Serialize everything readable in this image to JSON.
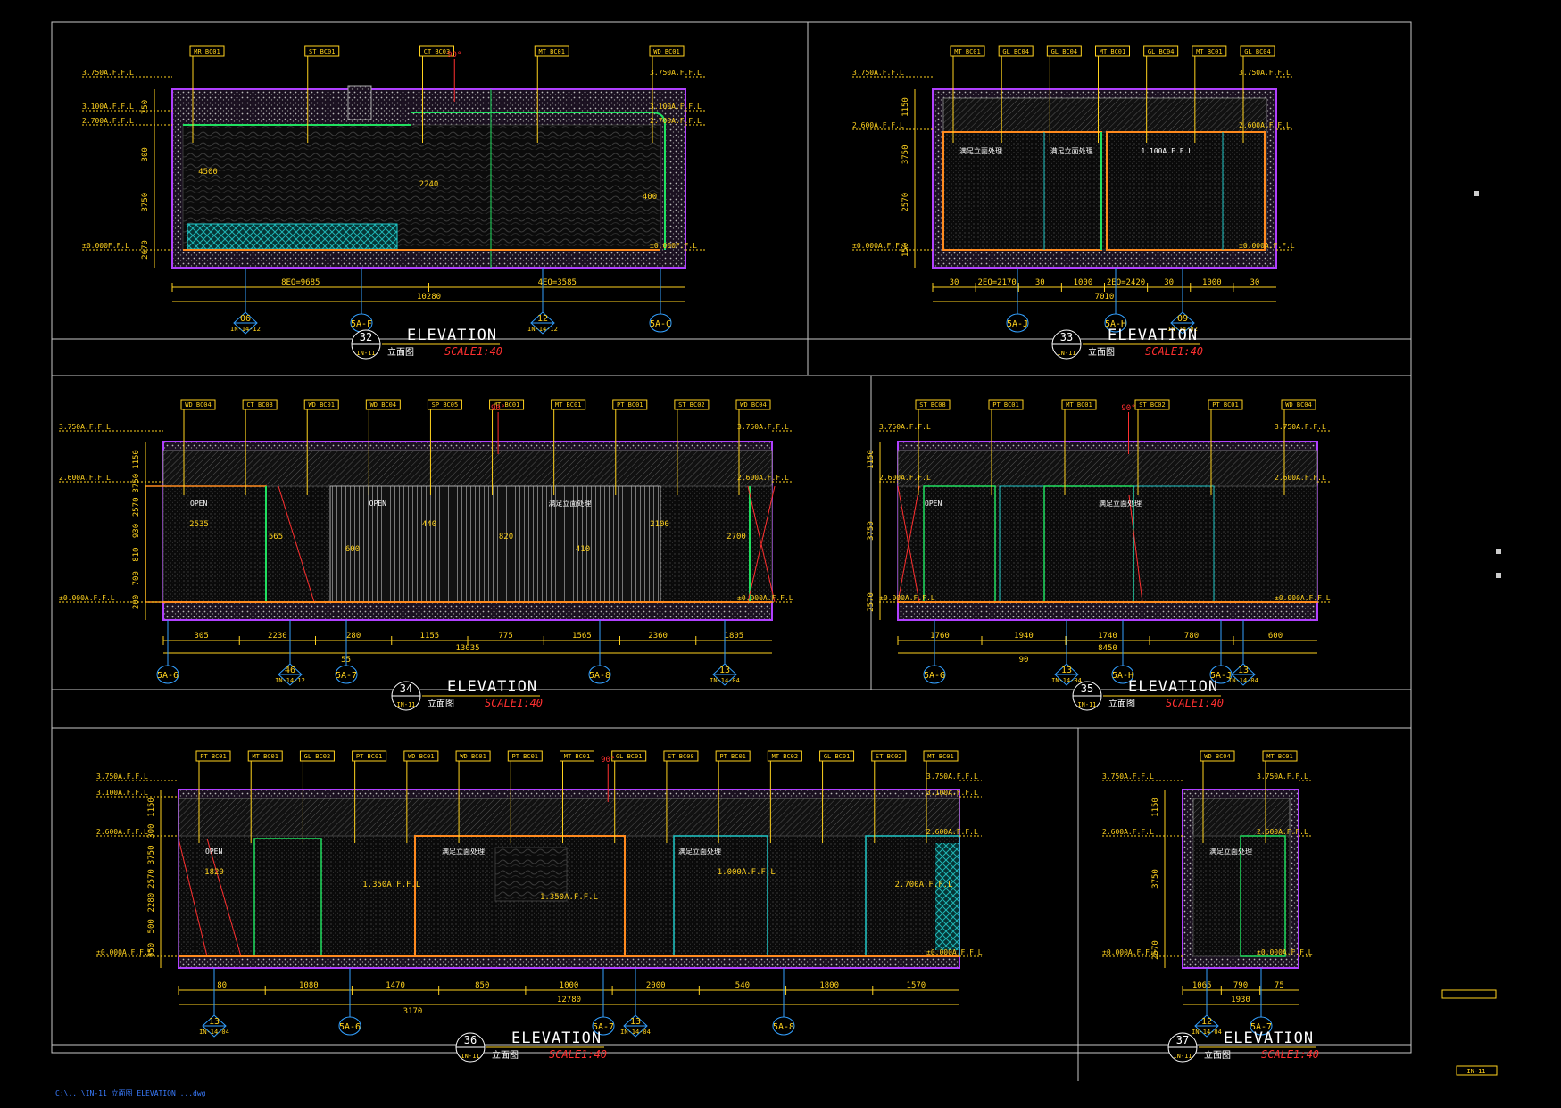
{
  "drawings": [
    {
      "id": "32",
      "title": "ELEVATION",
      "sheet": "IN-11",
      "cn_label": "立面图",
      "scale": "SCALE1:40",
      "levels": [
        "3.750A.F.F.L",
        "3.100A.F.F.L",
        "2.700A.F.F.L",
        "±0.000F.F.L"
      ],
      "dims_bottom": [
        "8EQ=9685",
        "4EQ=3585"
      ],
      "overall": "10280",
      "vertical_dims": [
        "750",
        "300",
        "3750",
        "2670"
      ],
      "inner_dims": [
        "4500",
        "2240",
        "400"
      ],
      "markers": [
        {
          "num": "06",
          "code": "IN-14-12"
        },
        {
          "grid": "5A-F"
        },
        {
          "num": "12",
          "code": "IN-14-12"
        },
        {
          "grid": "5A-C"
        }
      ],
      "tags": [
        "MR BC01",
        "ST BC01",
        "CT BC03",
        "MT BC01",
        "WD BC01"
      ],
      "angle": "90°"
    },
    {
      "id": "33",
      "title": "ELEVATION",
      "sheet": "IN-11",
      "cn_label": "立面图",
      "scale": "SCALE1:40",
      "levels": [
        "3.750A.F.F.L",
        "2.600A.F.F.L",
        "±0.000A.F.F.L"
      ],
      "dims_bottom": [
        "30",
        "2EQ=2170",
        "30",
        "1000",
        "2EQ=2420",
        "30",
        "1000",
        "30"
      ],
      "overall": "7010",
      "vertical_dims": [
        "1150",
        "3750",
        "2570",
        "150"
      ],
      "notes": [
        "满足立面处理",
        "满足立面处理",
        "1.100A.F.F.L"
      ],
      "markers": [
        {
          "grid": "5A-J"
        },
        {
          "grid": "5A-H"
        },
        {
          "num": "09",
          "code": "IN-14-02"
        }
      ],
      "tags": [
        "MT BC01",
        "GL BC04",
        "GL BC04",
        "MT BC01",
        "GL BC04",
        "MT BC01",
        "GL BC04"
      ]
    },
    {
      "id": "34",
      "title": "ELEVATION",
      "sheet": "IN-11",
      "cn_label": "立面图",
      "scale": "SCALE1:40",
      "levels": [
        "3.750A.F.F.L",
        "2.600A.F.F.L",
        "±0.000A.F.F.L"
      ],
      "dims_bottom": [
        "305",
        "2230",
        "280",
        "1155",
        "775",
        "1565",
        "2360",
        "1805"
      ],
      "overall": "13035",
      "sub": "55",
      "vertical_dims": [
        "1150",
        "3750",
        "2570",
        "930",
        "810",
        "700",
        "200"
      ],
      "inner_dims": [
        "2535",
        "565",
        "600",
        "440",
        "820",
        "410",
        "2100",
        "2700"
      ],
      "notes": [
        "OPEN",
        "OPEN",
        "满足立面处理"
      ],
      "markers": [
        {
          "grid": "5A-6"
        },
        {
          "grid": "5A-7"
        },
        {
          "grid": "5A-8"
        },
        {
          "num": "13",
          "code": "IN-14-04"
        },
        {
          "num": "46",
          "code": "IN-14-12"
        }
      ],
      "tags": [
        "WD BC04",
        "CT BC03",
        "WD BC01",
        "WD BC04",
        "SP BC05",
        "MT BC01",
        "MT BC01",
        "PT BC01",
        "ST BC02",
        "WD BC04"
      ],
      "angle": "90°"
    },
    {
      "id": "35",
      "title": "ELEVATION",
      "sheet": "IN-11",
      "cn_label": "立面图",
      "scale": "SCALE1:40",
      "levels": [
        "3.750A.F.F.L",
        "2.600A.F.F.L",
        "±0.000A.F.F.L"
      ],
      "dims_bottom": [
        "1760",
        "1940",
        "1740",
        "780",
        "600"
      ],
      "overall": "8450",
      "sub": "90",
      "vertical_dims": [
        "1150",
        "3750",
        "2570"
      ],
      "notes": [
        "OPEN",
        "满足立面处理"
      ],
      "markers": [
        {
          "grid": "5A-G"
        },
        {
          "num": "13",
          "code": "IN-14-04"
        },
        {
          "grid": "5A-H"
        },
        {
          "grid": "5A-J"
        },
        {
          "num": "13",
          "code": "IN-14-04"
        }
      ],
      "tags": [
        "ST BC08",
        "PT BC01",
        "MT BC01",
        "ST BC02",
        "PT BC01",
        "WD BC04"
      ],
      "angle": "90°"
    },
    {
      "id": "36",
      "title": "ELEVATION",
      "sheet": "IN-11",
      "cn_label": "立面图",
      "scale": "SCALE1:40",
      "levels": [
        "3.750A.F.F.L",
        "3.100A.F.F.L",
        "2.600A.F.F.L",
        "±0.000A.F.F.L"
      ],
      "dims_bottom": [
        "80",
        "1080",
        "1470",
        "850",
        "1000",
        "2000",
        "540",
        "1800",
        "1570"
      ],
      "overall": "12780",
      "sub": "3170",
      "vertical_dims": [
        "1150",
        "300",
        "3750",
        "2570",
        "2280",
        "500",
        "650"
      ],
      "inner_dims": [
        "1820",
        "1.350A.F.F.L",
        "1.350A.F.F.L",
        "1.000A.F.F.L",
        "2.700A.F.F.L"
      ],
      "notes": [
        "OPEN",
        "满足立面处理",
        "满足立面处理"
      ],
      "markers": [
        {
          "num": "13",
          "code": "IN-14-04"
        },
        {
          "grid": "5A-6"
        },
        {
          "grid": "5A-7"
        },
        {
          "num": "13",
          "code": "IN-14-04"
        },
        {
          "grid": "5A-8"
        }
      ],
      "tags": [
        "PT BC01",
        "MT BC01",
        "GL BC02",
        "PT BC01",
        "WD BC01",
        "WD BC01",
        "PT BC01",
        "MT BC01",
        "GL BC01",
        "ST BC08",
        "PT BC01",
        "MT BC02",
        "GL BC01",
        "ST BC02",
        "MT BC01"
      ],
      "angle": "90°"
    },
    {
      "id": "37",
      "title": "ELEVATION",
      "sheet": "IN-11",
      "cn_label": "立面图",
      "scale": "SCALE1:40",
      "levels": [
        "3.750A.F.F.L",
        "2.600A.F.F.L",
        "±0.000A.F.F.L"
      ],
      "dims_bottom": [
        "1065",
        "790",
        "75"
      ],
      "overall": "1930",
      "vertical_dims": [
        "1150",
        "3750",
        "2570"
      ],
      "notes": [
        "满足立面处理"
      ],
      "markers": [
        {
          "num": "12",
          "code": "IN-14-04"
        },
        {
          "grid": "5A-7"
        }
      ],
      "tags": [
        "WD BC04",
        "MT BC01"
      ]
    }
  ],
  "footer_text": "C:\\...\\IN-11 立面图 ELEVATION ...dwg",
  "corner_label": "IN-11"
}
